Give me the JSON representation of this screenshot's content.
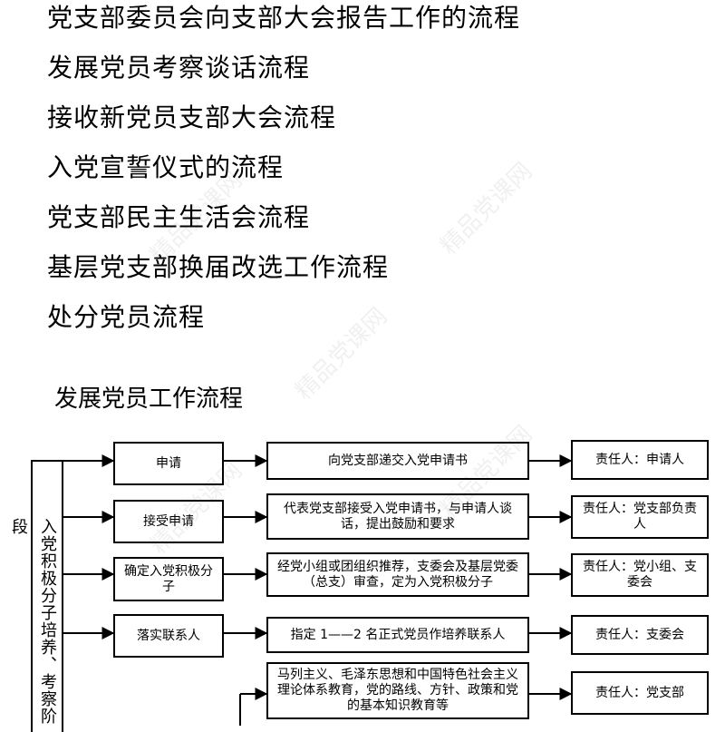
{
  "toc": [
    "党支部委员会向支部大会报告工作的流程",
    "发展党员考察谈话流程",
    "接收新党员支部大会流程",
    "入党宣誓仪式的流程",
    "党支部民主生活会流程",
    "基层党支部换届改选工作流程",
    "处分党员流程"
  ],
  "flow": {
    "title": "发展党员工作流程",
    "stage": "入党积极分子培养、考察阶段",
    "steps": [
      {
        "label": "申请",
        "detail": "向党支部递交入党申请书",
        "owner": "责任人：申请人"
      },
      {
        "label": "接受申请",
        "detail": "代表党支部接受入党申请书，与申请人谈话，提出鼓励和要求",
        "owner": "责任人：党支部负责人"
      },
      {
        "label": "确定入党积极分子",
        "detail": "经党小组或团组织推荐，支委会及基层党委（总支）审查，定为入党积极分子",
        "owner": "责任人：党小组、支委会"
      },
      {
        "label": "落实联系人",
        "detail": "指定 1——2 名正式党员作培养联系人",
        "owner": "责任人：支委会"
      },
      {
        "label": "",
        "detail": "马列主义、毛泽东思想和中国特色社会主义理论体系教育，党的路线、方针、政策和党的基本知识教育等",
        "owner": "责任人：党支部"
      }
    ]
  },
  "watermark": "精品党课网"
}
